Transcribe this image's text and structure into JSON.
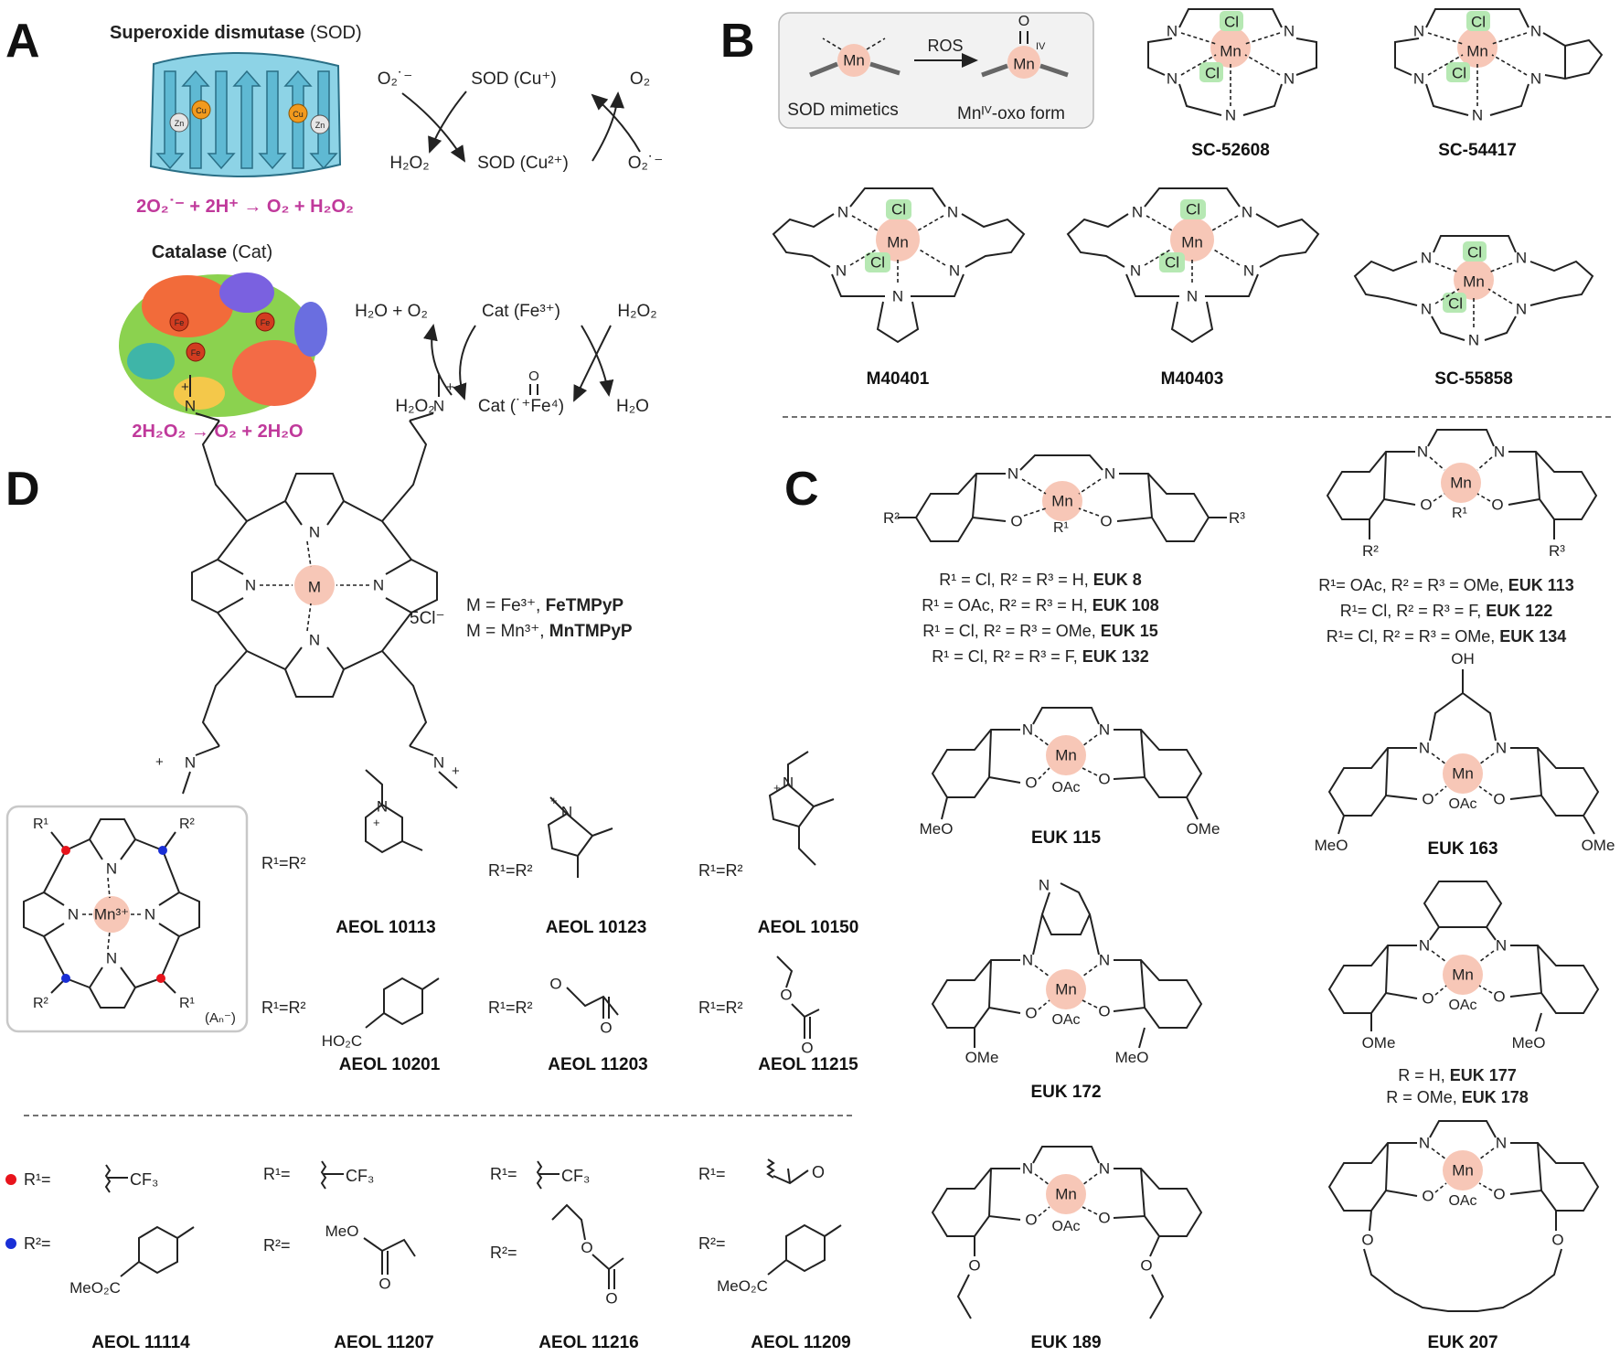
{
  "panels": {
    "A": "A",
    "B": "B",
    "C": "C",
    "D": "D"
  },
  "panelA": {
    "sod_title_bold": "Superoxide dismutase",
    "sod_title_rest": " (SOD)",
    "sod_reaction": "2O₂˙⁻ + 2H⁺ → O₂ + H₂O₂",
    "sod_cycle": {
      "top_left": "O₂˙⁻",
      "top_center": "SOD (Cu⁺)",
      "top_right": "O₂",
      "bottom_left": "H₂O₂",
      "bottom_center": "SOD (Cu²⁺)",
      "bottom_right": "O₂˙⁻"
    },
    "sod_metals": [
      "Zn",
      "Cu",
      "Cu",
      "Zn"
    ],
    "cat_title_bold": "Catalase",
    "cat_title_rest": " (Cat)",
    "cat_reaction": "2H₂O₂ → O₂ + 2H₂O",
    "cat_cycle": {
      "top_left": "H₂O + O₂",
      "top_center": "Cat (Fe³⁺)",
      "top_right": "H₂O₂",
      "bottom_left": "H₂O₂",
      "bottom_center": "Cat (˙⁺Fe⁴)",
      "bottom_right": "H₂O",
      "oxo": "O"
    },
    "cat_metals": [
      "Fe",
      "Fe",
      "Fe"
    ]
  },
  "panelB": {
    "box_left": "SOD mimetics",
    "box_arrow": "ROS",
    "box_right": "Mnᴵⱽ-oxo form",
    "box_oxo_label": "IV",
    "compounds": [
      "SC-52608",
      "SC-54417",
      "M40401",
      "M40403",
      "SC-55858"
    ]
  },
  "panelC": {
    "eukA_lines": [
      [
        "R¹ = Cl, R² = R³ = H, ",
        "EUK 8"
      ],
      [
        "R¹ = OAc, R² = R³ = H, ",
        "EUK 108"
      ],
      [
        "R¹ = Cl, R² = R³ = OMe, ",
        "EUK 15"
      ],
      [
        "R¹ = Cl, R² = R³ = F, ",
        "EUK 132"
      ]
    ],
    "eukB_lines": [
      [
        "R¹= OAc, R² = R³ = OMe, ",
        "EUK 113"
      ],
      [
        "R¹= Cl, R² = R³ = F, ",
        "EUK 122"
      ],
      [
        "R¹= Cl, R² = R³ = OMe, ",
        "EUK 134"
      ]
    ],
    "euk177_lines": [
      [
        "R = H, ",
        "EUK 177"
      ],
      [
        "R = OMe, ",
        "EUK 178"
      ]
    ],
    "compounds": [
      "EUK 115",
      "EUK 163",
      "EUK 172",
      "EUK 189",
      "EUK 207"
    ]
  },
  "panelD": {
    "porphyrin_counterion": "5Cl⁻",
    "porphyrin_lines": [
      [
        "M = Fe³⁺, ",
        "FeTMPyP"
      ],
      [
        "M = Mn³⁺, ",
        "MnTMPyP"
      ]
    ],
    "core_anion": "(Aₙ⁻)",
    "r_equal": "R¹=R²",
    "aeol_row1": [
      "AEOL 10113",
      "AEOL 10123",
      "AEOL 10150"
    ],
    "aeol_row2": [
      "AEOL 10201",
      "AEOL 11203",
      "AEOL 11215"
    ],
    "r1_label": "R¹=",
    "r2_label": "R²=",
    "r1_groups": [
      "CF₃",
      "CF₃",
      "CF₃",
      "O"
    ],
    "r2_groups": [
      "MeO₂C",
      "MeO",
      "O",
      "MeO₂C"
    ],
    "aeol_row3": [
      "AEOL 11114",
      "AEOL 11207",
      "AEOL 11216",
      "AEOL 11209"
    ],
    "dot_colors": {
      "r1": "#e8141c",
      "r2": "#1a2fd6"
    }
  },
  "colors": {
    "mn_highlight": "#f7c7b7",
    "cl_highlight": "#b6e8b3",
    "reaction_text": "#c0399b",
    "protein": "#6fc4db"
  }
}
